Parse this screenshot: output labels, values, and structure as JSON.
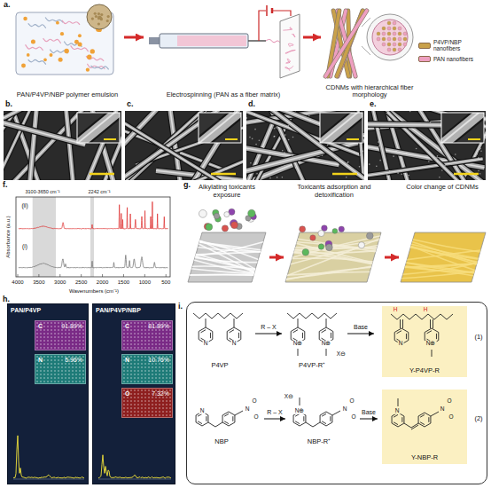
{
  "diagram": {
    "nodes": [
      {
        "text": [
          "PAN/P4VP/NBP polymer emulsion"
        ]
      },
      {
        "text": [
          "Electrospinning (PAN as a fiber matrix)"
        ]
      },
      {
        "text": [
          "CDNMs with hierarchical fiber morphology"
        ]
      },
      {
        "text": [
          "Alkylating toxicants exposure"
        ]
      },
      {
        "text": [
          "Toxicants adsorption and detoxification"
        ]
      },
      {
        "text": [
          "Color change of CDNMs"
        ]
      },
      {
        "text": [
          "PAN/P4VP"
        ]
      },
      {
        "text": [
          "C",
          "91.89%"
        ],
        "in": 6
      },
      {
        "text": [
          "N",
          "5.96%"
        ],
        "in": 6
      },
      {
        "text": [
          "PAN/P4VP/NBP"
        ]
      },
      {
        "text": [
          "C",
          "81.89%"
        ],
        "in": 9
      },
      {
        "text": [
          "N",
          "10.76%"
        ],
        "in": 9
      },
      {
        "text": [
          "O",
          "7.32%"
        ],
        "in": 9
      },
      {
        "text": [
          "i."
        ]
      },
      {
        "text": [
          "Y-P4VP-R"
        ],
        "in": 13
      },
      {
        "text": [
          "Y-NBP-R"
        ],
        "in": 13
      }
    ],
    "edges": [
      {
        "from": 0,
        "to": 1,
        "arrow": "to"
      },
      {
        "from": 1,
        "to": 2,
        "arrow": "to"
      },
      {
        "from": 3,
        "to": 4,
        "arrow": "to"
      },
      {
        "from": 4,
        "to": 5,
        "arrow": "to"
      }
    ],
    "labels": [
      "a.",
      "b.",
      "c.",
      "d.",
      "e.",
      "f.",
      "g.",
      "h.",
      "3100-3650 cm⁻¹",
      "2242 cm⁻¹",
      "(ii)",
      "(i)",
      "Absorbance (a.u.)",
      "Wavenumbers (cm⁻¹)",
      "4000",
      "3500",
      "3000",
      "2500",
      "2000",
      "1500",
      "1000",
      "500",
      "P4VP",
      "R – X",
      "P4VP-R⁺",
      "Base",
      "(1)",
      "NBP",
      "R – X",
      "NBP-R⁺",
      "Base",
      "(2)",
      "N",
      "N",
      "N⊕",
      "N⊕",
      "X⊖",
      "N",
      "N⊕",
      "H",
      "H",
      "N",
      "N",
      "O",
      "O",
      "N⊕",
      "X⊖",
      "N",
      "O",
      "O",
      "N",
      "N",
      "O",
      "O"
    ],
    "legend": [
      {
        "text": "P4VP/NBP nanofibers",
        "color": "#c9a14a"
      },
      {
        "text": "PAN nanofibers",
        "color": "#ee9fc0"
      }
    ]
  }
}
